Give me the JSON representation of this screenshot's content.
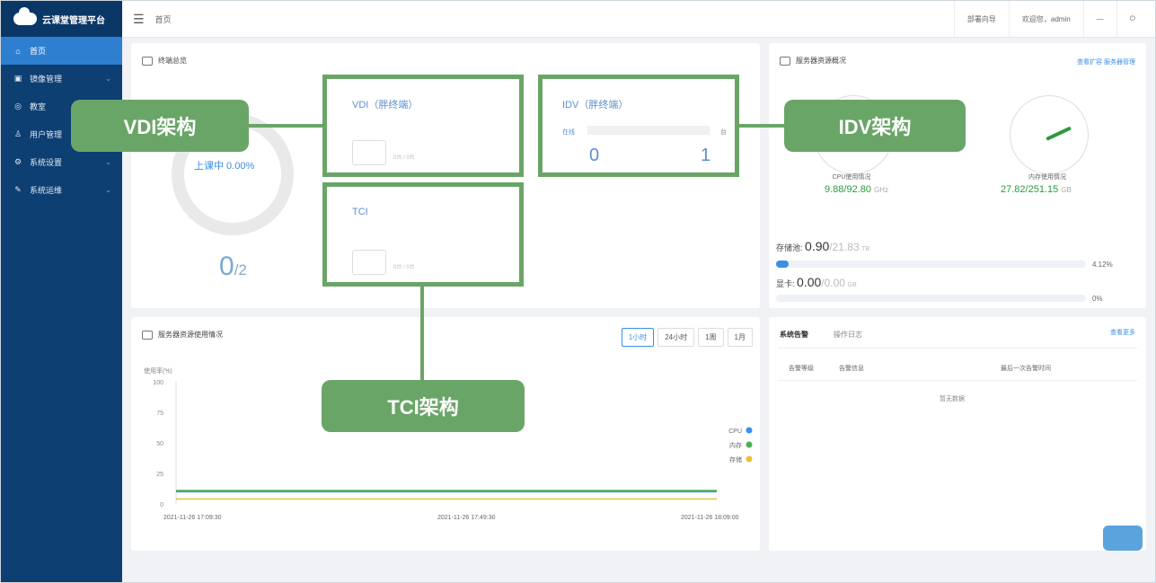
{
  "app": {
    "title": "云课堂管理平台"
  },
  "sidebar": {
    "items": [
      {
        "label": "首页",
        "icon": "home-icon"
      },
      {
        "label": "镜像管理",
        "icon": "image-icon"
      },
      {
        "label": "教室",
        "icon": "classroom-icon"
      },
      {
        "label": "用户管理",
        "icon": "user-icon"
      },
      {
        "label": "系统设置",
        "icon": "settings-icon"
      },
      {
        "label": "系统运维",
        "icon": "wrench-icon"
      }
    ]
  },
  "topbar": {
    "breadcrumb": "首页",
    "right1": "部署向导",
    "right2": "欢迎您，admin"
  },
  "overview": {
    "title": "终端总览",
    "donut_text": "上课中 0.00%",
    "count_main": "0",
    "count_total": "/2",
    "vdi": {
      "title": "VDI（胖终端）",
      "sub": "0台 / 0台"
    },
    "tci": {
      "title": "TCI",
      "sub": "0台 / 0台"
    },
    "idv": {
      "title": "IDV（胖终端）",
      "tag": "在线",
      "unit": "台",
      "left_num": "0",
      "right_num": "1"
    }
  },
  "annotations": {
    "vdi": "VDI架构",
    "idv": "IDV架构",
    "tci": "TCI架构"
  },
  "server": {
    "title": "服务器资源概况",
    "links": "查看扩容  服务器管理",
    "cpu": {
      "label": "CPU使用情况",
      "used": "9.88",
      "total": "/92.80",
      "unit": "GHz"
    },
    "mem": {
      "label": "内存使用情况",
      "used": "27.82",
      "total": "/251.15",
      "unit": "GB"
    },
    "storage": {
      "label": "存储池:",
      "used": "0.90",
      "total": "/21.83",
      "unit": "TB",
      "pct": "4.12%",
      "fill": 0.0412
    },
    "gpu": {
      "label": "显卡:",
      "used": "0.00",
      "total": "/0.00",
      "unit": "GB",
      "pct": "0%",
      "fill": 0
    }
  },
  "usage": {
    "title": "服务器资源使用情况",
    "tabs": [
      "1小时",
      "24小时",
      "1周",
      "1月"
    ],
    "ylabel": "使用率(%)",
    "yticks": [
      "100",
      "75",
      "50",
      "25",
      "0"
    ],
    "xticks": [
      "2021-11-26 17:09:30",
      "2021-11-26 17:49:30",
      "2021-11-26 18:09:00"
    ],
    "legend": [
      {
        "name": "CPU",
        "color": "#3a8ee6"
      },
      {
        "name": "内存",
        "color": "#4caf50"
      },
      {
        "name": "存储",
        "color": "#e6c13a"
      }
    ]
  },
  "chart_data": {
    "type": "line",
    "x": [
      "2021-11-26 17:09:30",
      "2021-11-26 17:49:30",
      "2021-11-26 18:09:00"
    ],
    "series": [
      {
        "name": "CPU",
        "values": [
          10,
          10,
          10
        ]
      },
      {
        "name": "内存",
        "values": [
          11,
          11,
          11
        ]
      },
      {
        "name": "存储",
        "values": [
          4,
          4,
          4
        ]
      }
    ],
    "ylabel": "使用率(%)",
    "ylim": [
      0,
      100
    ],
    "legend": "right"
  },
  "alerts": {
    "tabs": [
      "系统告警",
      "操作日志"
    ],
    "more": "查看更多",
    "cols": [
      "告警等级",
      "告警信息",
      "最后一次告警时间"
    ],
    "empty": "暂无数据"
  }
}
